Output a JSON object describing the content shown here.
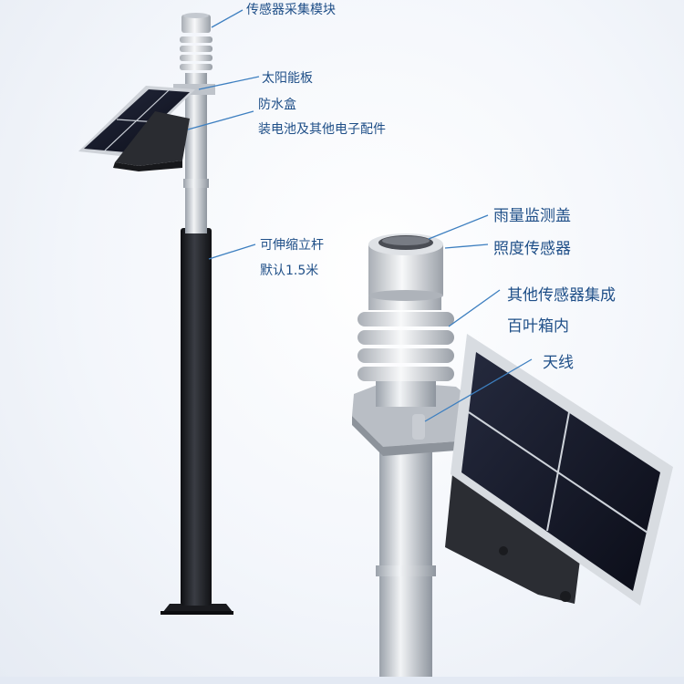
{
  "labels": {
    "sensor_module": "传感器采集模块",
    "solar_panel": "太阳能板",
    "waterproof_box": "防水盒",
    "battery_parts": "装电池及其他电子配件",
    "telescopic_pole": "可伸缩立杆",
    "default_height": "默认1.5米",
    "rain_cover": "雨量监测盖",
    "light_sensor": "照度传感器",
    "other_sensors": "其他传感器集成",
    "louver_box": "百叶箱内",
    "antenna": "天线"
  },
  "colors": {
    "label_text": "#1f4f88",
    "leader_line": "#3d7fc0",
    "pole_dark": "#1b1d21",
    "metal_light": "#d9dde3",
    "solar_cell": "#15182a"
  }
}
